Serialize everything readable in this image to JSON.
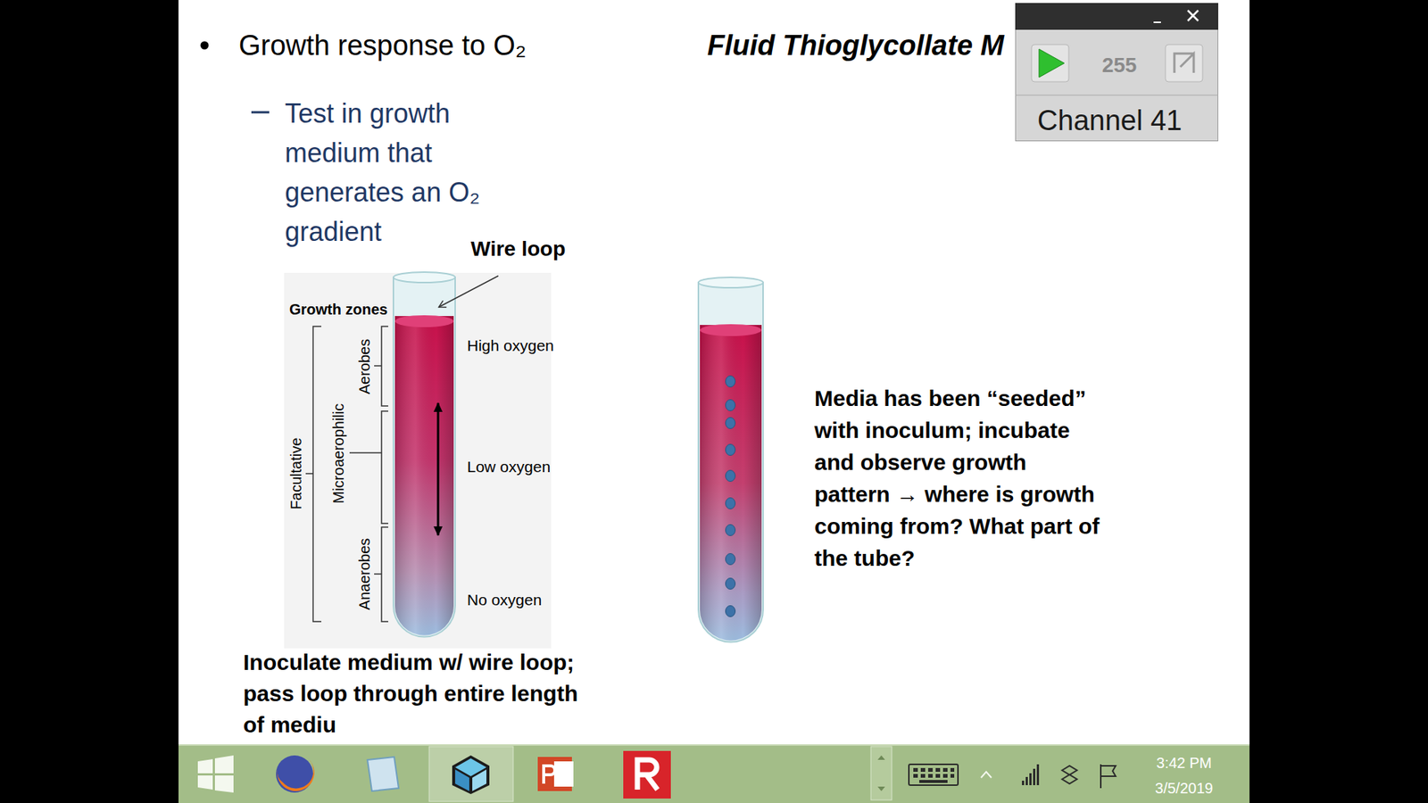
{
  "diagram": {
    "title": "Fluid Thioglycollate M",
    "nodes": [
      {
        "text": [
          "255",
          "Channel 41"
        ]
      }
    ],
    "labels": [
      "Growth response to O₂",
      "Test in growth medium that generates an O₂ gradient",
      "Wire loop",
      "Growth zones",
      "High oxygen",
      "Low oxygen",
      "No oxygen",
      "Aerobes",
      "Microaerophilic",
      "Facultative",
      "Anaerobes",
      "Media has been “seeded” with inoculum; incubate and observe growth pattern → where is growth coming from? What part of the tube?",
      "Inoculate medium w/ wire loop; pass loop through entire length of mediu",
      "3:42 PM",
      "3/5/2019"
    ]
  }
}
